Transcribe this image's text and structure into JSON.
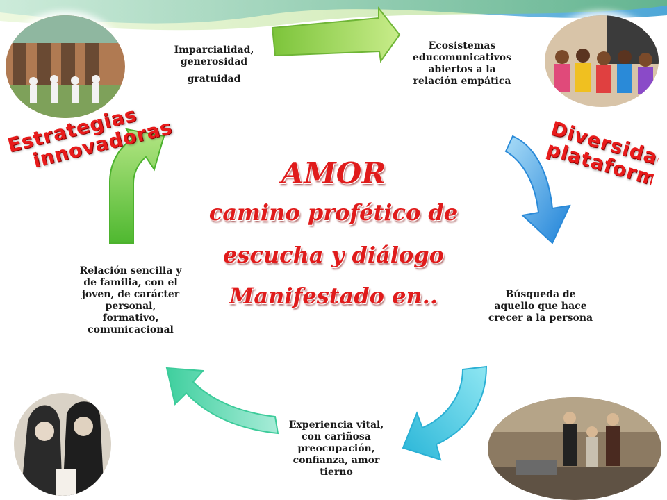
{
  "diagram": {
    "center": {
      "title": "AMOR",
      "line1": "camino profético de",
      "line2": "escucha y diálogo",
      "line3": "Manifestado en.."
    },
    "nodes": {
      "top_left": [
        "Imparcialidad,",
        "generosidad",
        "gratuidad"
      ],
      "top_right": [
        "Ecosistemas",
        "educomunicativos",
        "abiertos a la",
        "relación empática"
      ],
      "right": [
        "Búsqueda de",
        "aquello que hace",
        "crecer a la persona"
      ],
      "bottom": [
        "Experiencia vital,",
        "con cariñosa",
        "preocupación,",
        "confianza, amor",
        "tierno"
      ],
      "left": [
        "Relación sencilla y",
        "de familia, con el",
        "joven, de carácter",
        "personal,",
        "formativo,",
        "comunicacional"
      ]
    },
    "side_labels": {
      "left": [
        "Estrategias",
        "innovadoras"
      ],
      "right": [
        "Diversidad de",
        "plataformas"
      ]
    },
    "arrows": [
      {
        "name": "top",
        "color": "#8fd14f"
      },
      {
        "name": "right",
        "color": "#3aa0e8"
      },
      {
        "name": "bottom-right",
        "color": "#4cc8e0"
      },
      {
        "name": "bottom-left",
        "color": "#5fd8b8"
      },
      {
        "name": "left",
        "color": "#6cc644"
      }
    ],
    "colors": {
      "accent_red": "#e01b1b",
      "wave_blue": "#3aa6d8",
      "wave_green": "#8ccf4a"
    }
  }
}
